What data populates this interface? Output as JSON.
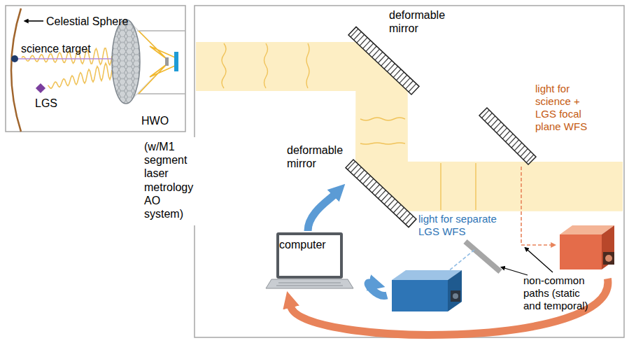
{
  "diagram": {
    "nodes": [
      {
        "text": [
          "(w/M1 segment laser metrology AO system)"
        ]
      },
      {
        "text": [
          "deformable mirror"
        ]
      },
      {
        "text": [
          "deformable mirror"
        ]
      },
      {
        "text": [
          "computer"
        ]
      },
      {
        "text": [
          "light for separate LGS WFS"
        ]
      },
      {
        "text": [
          "light for science + LGS focal plane WFS"
        ]
      }
    ],
    "edges": [
      {
        "from": 4,
        "to": 3,
        "arrow": "to"
      },
      {
        "from": 5,
        "to": 3,
        "arrow": "to"
      },
      {
        "from": 3,
        "to": 2,
        "arrow": "to"
      }
    ],
    "labels": [
      "Celestial Sphere",
      "science target",
      "LGS",
      "HWO",
      "non-common paths (static and temporal)"
    ]
  }
}
